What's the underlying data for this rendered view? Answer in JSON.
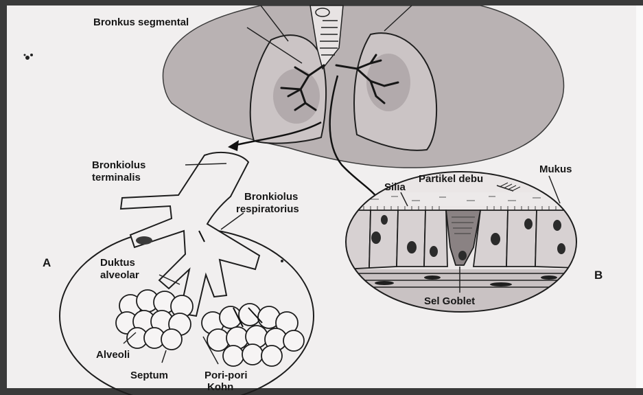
{
  "labels": {
    "bronkus_segmental": "Bronkus segmental",
    "bronkiolus_terminalis_1": "Bronkiolus",
    "bronkiolus_terminalis_2": "terminalis",
    "bronkiolus_respiratorius_1": "Bronkiolus",
    "bronkiolus_respiratorius_2": "respiratorius",
    "duktus_alveolar_1": "Duktus",
    "duktus_alveolar_2": "alveolar",
    "alveoli": "Alveoli",
    "septum": "Septum",
    "pori_pori_kohn_1": "Pori-pori",
    "pori_pori_kohn_2": "Kohn",
    "partikel_debu": "Partikel debu",
    "mukus": "Mukus",
    "silia": "Silia",
    "sel_goblet": "Sel Goblet",
    "panel_a": "A",
    "panel_b": "B"
  },
  "colors": {
    "paper": "#f1efef",
    "shade": "#b9b2b3",
    "lung": "#cfc9ca",
    "ink": "#171717",
    "border": "#2a2a2a"
  }
}
